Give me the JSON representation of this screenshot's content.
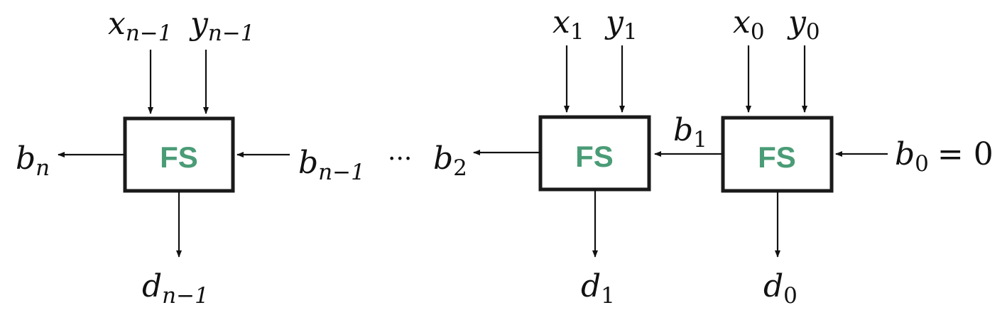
{
  "accent_color": "#4a9c76",
  "cells": [
    {
      "label": "FS",
      "x_in": {
        "base": "x",
        "sub": "n−1"
      },
      "y_in": {
        "base": "y",
        "sub": "n−1"
      },
      "b_in": {
        "base": "b",
        "sub": "n−1"
      },
      "b_out": {
        "base": "b",
        "sub": "n"
      },
      "d_out": {
        "base": "d",
        "sub": "n−1"
      }
    },
    {
      "label": "FS",
      "x_in": {
        "base": "x",
        "sub": "1"
      },
      "y_in": {
        "base": "y",
        "sub": "1"
      },
      "b_out": {
        "base": "b",
        "sub": "2"
      },
      "d_out": {
        "base": "d",
        "sub": "1"
      }
    },
    {
      "label": "FS",
      "x_in": {
        "base": "x",
        "sub": "0"
      },
      "y_in": {
        "base": "y",
        "sub": "0"
      },
      "b_out": {
        "base": "b",
        "sub": "1"
      },
      "d_out": {
        "base": "d",
        "sub": "0"
      },
      "b_in": {
        "base": "b",
        "sub": "0",
        "suffix": "= 0"
      }
    }
  ],
  "ellipsis": "···"
}
